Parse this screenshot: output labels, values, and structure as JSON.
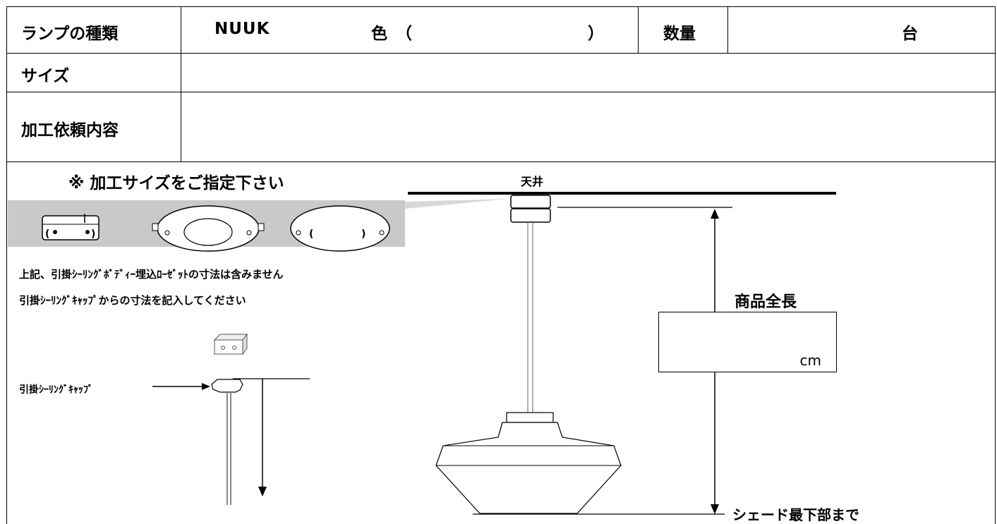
{
  "form": {
    "lamp_type_label": "ランプの種類",
    "model_name": "NUUK",
    "color_label": "色（",
    "color_close": "）",
    "quantity_label": "数量",
    "quantity_unit": "台",
    "size_label": "サイズ",
    "size_value": "",
    "request_label": "加工依頼内容",
    "request_value": ""
  },
  "instructions": {
    "heading": "※ 加工サイズをご指定下さい",
    "note1": "上記、引掛ｼｰﾘﾝｸﾞﾎﾞﾃﾞｨｰ埋込ﾛｰｾﾞｯﾄの寸法は含みません",
    "note2": "引掛ｼｰﾘﾝｸﾞｷｬｯﾌﾟからの寸法を記入してください",
    "cap_label": "引掛ｼｰﾘﾝｸﾞｷｬｯﾌﾟ"
  },
  "diagram": {
    "ceiling_label": "天井",
    "total_length_label": "商品全長",
    "length_value": "",
    "length_unit": "cm",
    "bottom_label": "シェード最下部まで"
  }
}
